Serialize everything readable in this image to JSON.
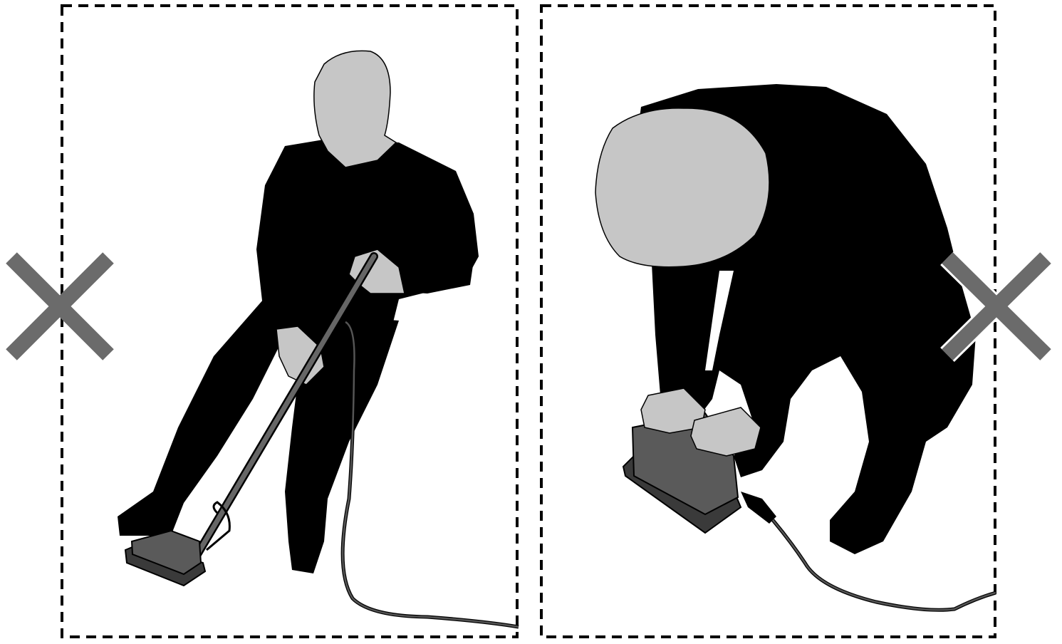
{
  "figure": {
    "panels": [
      {
        "id": "left",
        "pictogram": "person-standing-using-pole-machine",
        "mark": "x-mark-icon"
      },
      {
        "id": "right",
        "pictogram": "person-kneeling-holding-machine",
        "mark": "x-mark-icon"
      }
    ],
    "colors": {
      "background": "#ffffff",
      "frame": "#000000",
      "silhouette": "#000000",
      "skin": "#c6c6c6",
      "machine_dark": "#3a3a3a",
      "machine_mid": "#5a5a5a",
      "cable": "#3a3a3a",
      "x_mark": "#6b6b6b"
    }
  }
}
